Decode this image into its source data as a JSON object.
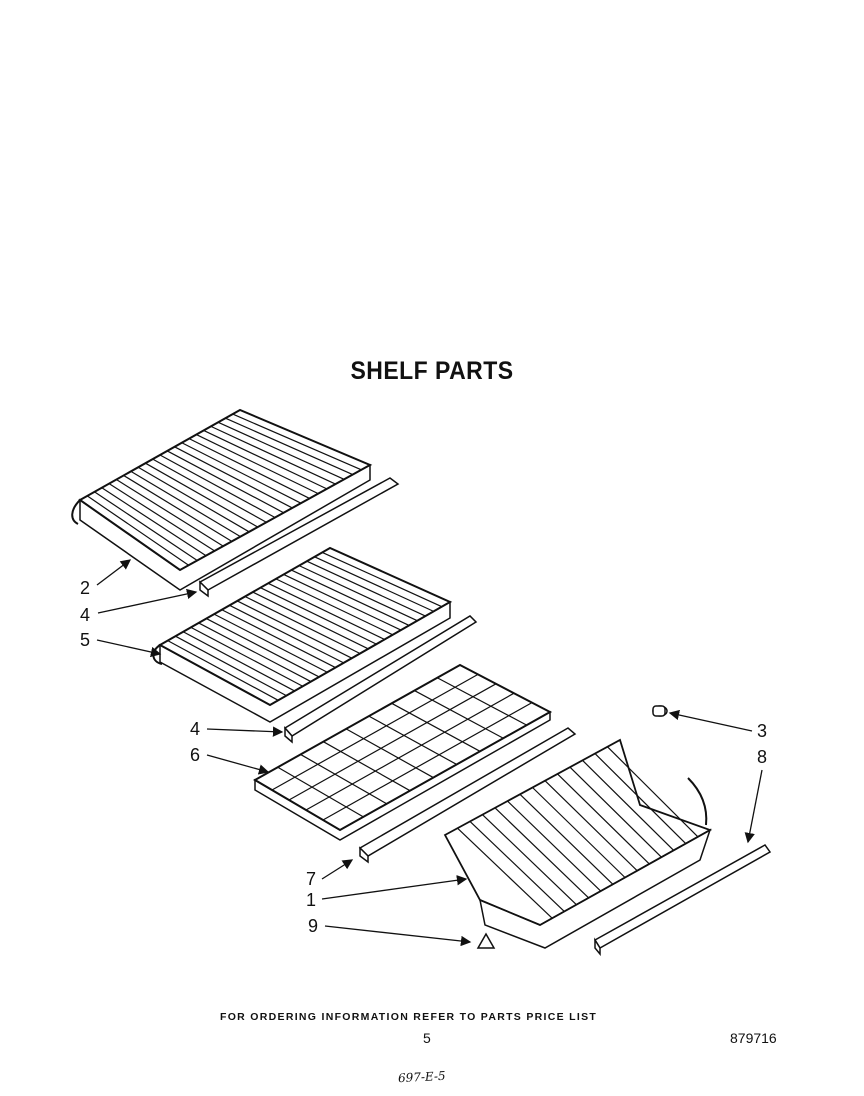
{
  "title": "SHELF PARTS",
  "footer_note": "FOR ORDERING INFORMATION REFER TO PARTS PRICE LIST",
  "page_number": "5",
  "part_number": "879716",
  "handwritten_note": "697-E-5",
  "callouts": {
    "c1": "2",
    "c2": "4",
    "c3": "5",
    "c4": "4",
    "c5": "6",
    "c6": "7",
    "c7": "1",
    "c8": "9",
    "c9": "3",
    "c10": "8"
  }
}
